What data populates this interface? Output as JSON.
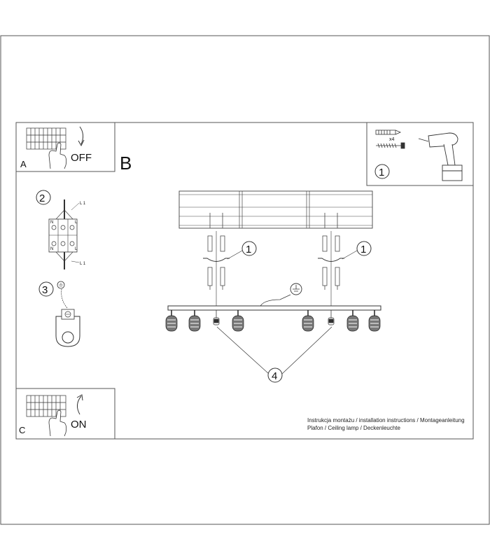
{
  "panel_a": {
    "letter": "A",
    "label": "OFF"
  },
  "panel_b": {
    "letter": "B"
  },
  "panel_c": {
    "letter": "C",
    "label": "ON"
  },
  "tools": {
    "anchor_count": "x4",
    "step": "1"
  },
  "steps": {
    "step1": "1",
    "step2": "2",
    "step3": "3",
    "step4": "4"
  },
  "terminal": {
    "n_top": "N",
    "l_top": "L",
    "n_bottom": "N",
    "l_bottom": "L",
    "l1_top": "L 1",
    "l1_bottom": "L 1"
  },
  "caption": {
    "line1": "Instrukcja montażu / installation instructions / Montageanleitung",
    "line2": "Plafon / Ceiling lamp / Deckenleuchte"
  }
}
